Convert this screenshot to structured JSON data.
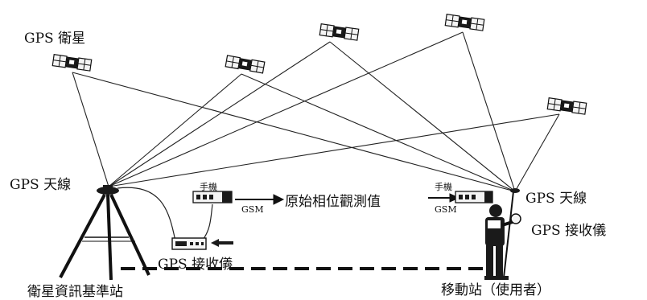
{
  "labels": {
    "gps_satellite": "GPS 衛星",
    "gps_antenna_base": "GPS 天線",
    "gps_antenna_rover": "GPS 天線",
    "raw_phase_obs": "原始相位觀測值",
    "phone_base": "手機",
    "phone_rover": "手機",
    "gsm_base": "GSM",
    "gsm_rover": "GSM",
    "receiver_base": "GPS 接收儀",
    "receiver_rover": "GPS 接收儀",
    "reference_station": "衛星資訊基準站",
    "mobile_station": "移動站（使用者）"
  },
  "colors": {
    "line": "#222222",
    "fill_dark": "#1a1a1a",
    "fill_light": "#f4f4f4"
  }
}
